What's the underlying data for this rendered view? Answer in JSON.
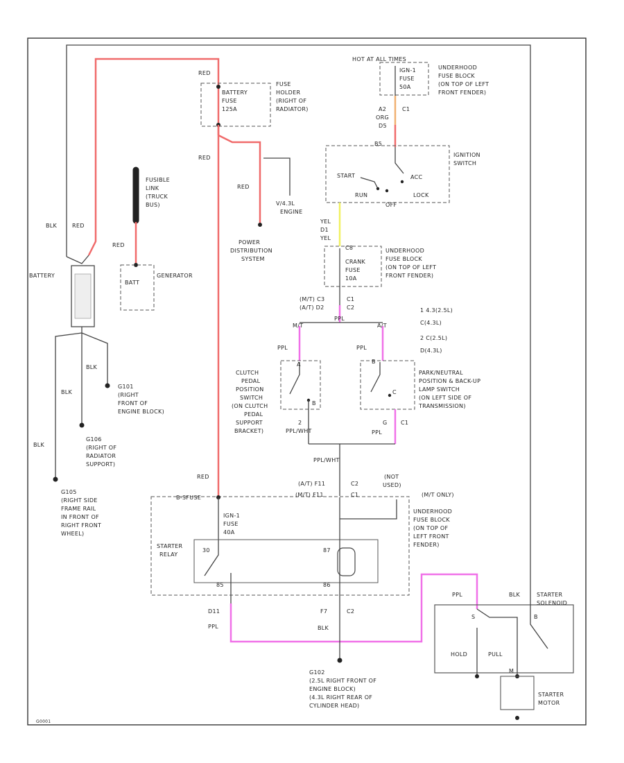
{
  "colors": {
    "red_wire": "#f06a6a",
    "pink_wire": "#f070e8",
    "orange_wire": "#f0b070",
    "yellow_wire": "#f0f060",
    "black_wire": "#444444"
  },
  "labels": {
    "red_top": "RED",
    "battery_fuse": [
      "FUSE",
      "HOLDER",
      "(RIGHT OF",
      "RADIATOR)"
    ],
    "battery_fuse_inner": [
      "BATTERY",
      "FUSE",
      "125A"
    ],
    "hot_at_all_times": "HOT AT ALL TIMES",
    "ign_fuse_inner": [
      "IGN-1",
      "FUSE",
      "50A"
    ],
    "ign_fuse_block": [
      "UNDERHOOD",
      "FUSE BLOCK",
      "(ON TOP OF LEFT",
      "FRONT FENDER)"
    ],
    "c1_top": "C1",
    "ign_switch_wire": [
      "A2",
      "ORG",
      "D5"
    ],
    "ign_switch_pin": "B5",
    "ignition_switch": [
      "IGNITION",
      "SWITCH"
    ],
    "ign_positions": [
      "START",
      "RUN",
      "OFF",
      "LOCK",
      "ACC"
    ],
    "red_mid1": "RED",
    "red_mid2": "RED",
    "engine_note": [
      "V/4.3L",
      "ENGINE"
    ],
    "fusible_link": [
      "FUSIBLE",
      "LINK",
      "(TRUCK",
      "BUS)"
    ],
    "power_dist": [
      "POWER",
      "DISTRIBUTION",
      "SYSTEM"
    ],
    "blk_red": [
      "BLK",
      "RED"
    ],
    "red_gen": "RED",
    "battery": "BATTERY",
    "batt": "BATT",
    "generator": "GENERATOR",
    "yel_wire": [
      "YEL",
      "D1",
      "YEL"
    ],
    "crank_block": [
      "UNDERHOOD",
      "FUSE BLOCK",
      "(ON TOP OF LEFT",
      "FRONT FENDER)"
    ],
    "crank_fuse_inner": [
      "C8",
      "CRANK",
      "FUSE",
      "10A"
    ],
    "crank_conn": [
      "(M/T) C3",
      "(A/T) D2",
      "C1",
      "C2"
    ],
    "ppl_top": "PPL",
    "mt_at": [
      "M/T",
      "A/T"
    ],
    "legend": [
      "1  4.3(2.5L)",
      "   C(4.3L)",
      "2  C(2.5L)",
      "   D(4.3L)"
    ],
    "ppl_l": "PPL",
    "ppl_r": "PPL",
    "clutch_switch": [
      "CLUTCH",
      "PEDAL",
      "POSITION",
      "SWITCH",
      "(ON CLUTCH",
      "PEDAL",
      "SUPPORT",
      "BRACKET)"
    ],
    "clutch_pins": [
      "A",
      "B",
      "2",
      "PPL/WHT"
    ],
    "park_neutral": [
      "PARK/NEUTRAL",
      "POSITION & BACK-UP",
      "LAMP SWITCH",
      "(ON LEFT SIDE OF",
      "TRANSMISSION)"
    ],
    "pn_pins": [
      "B",
      "C",
      "G",
      "PPL",
      "C1"
    ],
    "blk_g101": "BLK",
    "g101": [
      "G101",
      "(RIGHT",
      "FRONT OF",
      "ENGINE BLOCK)"
    ],
    "blk_g106": "BLK",
    "g106": [
      "G106",
      "(RIGHT OF",
      "RADIATOR",
      "SUPPORT)"
    ],
    "blk_g105": "BLK",
    "g105": [
      "G105",
      "(RIGHT SIDE",
      "FRAME RAIL",
      "IN FRONT OF",
      "RIGHT FRONT",
      "WHEEL)"
    ],
    "ppl_wht": "PPL/WHT",
    "ppl_wht_conn": [
      "(A/T)  F11",
      "C2",
      "(M/T) F11",
      "C1"
    ],
    "not_used": [
      "(NOT",
      "USED)"
    ],
    "mt_only": "(M/T ONLY)",
    "red_relay": "RED",
    "bus_b": "B-SFUSE",
    "fuse_inner2": [
      "IGN-1",
      "FUSE",
      "40A"
    ],
    "relay_block": [
      "UNDERHOOD",
      "FUSE BLOCK",
      "(ON TOP OF",
      "LEFT FRONT",
      "FENDER)"
    ],
    "starter_relay": [
      "STARTER",
      "RELAY"
    ],
    "relay_pins": [
      "30",
      "87",
      "85",
      "86"
    ],
    "starter_wire": [
      "D11",
      "PPL"
    ],
    "ground_wire": [
      "F7",
      "BLK",
      "C2"
    ],
    "g102": [
      "G102",
      "(2.5L RIGHT FRONT OF",
      "ENGINE BLOCK)",
      "(4.3L RIGHT REAR OF",
      "CYLINDER HEAD)"
    ],
    "ppl_sol": "PPL",
    "blk_sol": "BLK",
    "starter_solenoid": [
      "STARTER",
      "SOLENOID"
    ],
    "hold": "HOLD",
    "pull": "PULL",
    "sol_pins": [
      "S",
      "M",
      "B"
    ],
    "starter_motor": [
      "STARTER",
      "MOTOR"
    ],
    "code": "G0001"
  }
}
